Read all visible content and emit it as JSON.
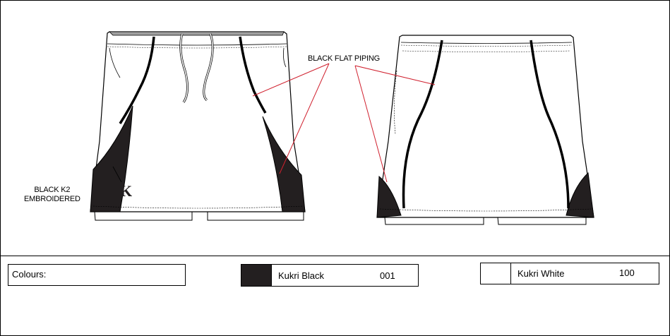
{
  "callouts": {
    "piping": "BLACK FLAT PIPING",
    "embroidery_line1": "BLACK K2",
    "embroidery_line2": "EMBROIDERED"
  },
  "logo_mark": "K",
  "colours": {
    "heading": "Colours:",
    "items": [
      {
        "name": "Kukri Black",
        "code": "001",
        "hex": "#231f20"
      },
      {
        "name": "Kukri White",
        "code": "100",
        "hex": "#ffffff"
      }
    ]
  },
  "palette": {
    "outline": "#000000",
    "panel": "#231f20",
    "leader": "#d0202e",
    "waistband": "#a0a0a0"
  }
}
